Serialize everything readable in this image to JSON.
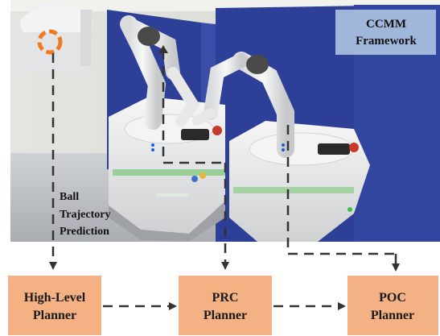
{
  "framework_tag": {
    "line1": "CCMM",
    "line2": "Framework"
  },
  "prediction_label": {
    "line1": "Ball",
    "line2": "Trajectory",
    "line3": "Prediction"
  },
  "planners": [
    {
      "id": "high-level",
      "line1": "High-Level",
      "line2": "Planner"
    },
    {
      "id": "prc",
      "line1": "PRC",
      "line2": "Planner"
    },
    {
      "id": "poc",
      "line1": "POC",
      "line2": "Planner"
    }
  ],
  "colors": {
    "planner_box": "#F4B183",
    "tag_bg": "#A9C0DE",
    "partition": "#2E3F98",
    "arrow": "#333333",
    "ball_marker": "#F07A21"
  },
  "icons": {
    "ball_marker": "orange-dashed-circle-icon",
    "arrowhead": "triangle-arrowhead-icon"
  }
}
